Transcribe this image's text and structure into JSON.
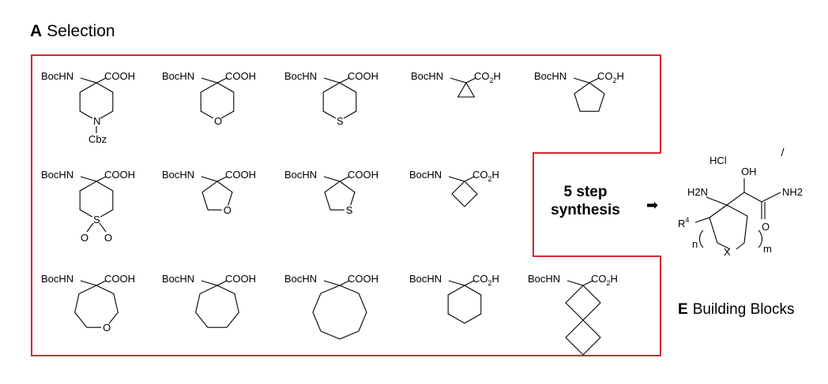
{
  "heading_a": {
    "letter": "A",
    "text": "Selection"
  },
  "heading_e": {
    "letter": "E",
    "text": "Building Blocks"
  },
  "callout": {
    "line1": "5 step",
    "line2": "synthesis",
    "arrow": "➡"
  },
  "colors": {
    "frame": "#d7262f",
    "ink": "#000000"
  },
  "molecules": [
    {
      "left": "BocHN",
      "right": "COOH",
      "ring": "piperidine",
      "sub": "Cbz"
    },
    {
      "left": "BocHN",
      "right": "COOH",
      "ring": "oxane"
    },
    {
      "left": "BocHN",
      "right": "COOH",
      "ring": "thiane"
    },
    {
      "left": "BocHN",
      "right": "CO2H",
      "ring": "cyclopropane"
    },
    {
      "left": "BocHN",
      "right": "CO2H",
      "ring": "cyclopentane"
    },
    {
      "left": "BocHN",
      "right": "COOH",
      "ring": "thiane-dioxide"
    },
    {
      "left": "BocHN",
      "right": "COOH",
      "ring": "oxolane"
    },
    {
      "left": "BocHN",
      "right": "COOH",
      "ring": "thiolane"
    },
    {
      "left": "BocHN",
      "right": "CO2H",
      "ring": "cyclobutane"
    },
    {
      "left": "BocHN",
      "right": "COOH",
      "ring": "oxepane"
    },
    {
      "left": "BocHN",
      "right": "COOH",
      "ring": "cycloheptane"
    },
    {
      "left": "BocHN",
      "right": "COOH",
      "ring": "cyclooctane"
    },
    {
      "left": "BocHN",
      "right": "CO2H",
      "ring": "cyclohexane"
    },
    {
      "left": "BocHN",
      "right": "CO2H",
      "ring": "spiro-cyclobutane"
    }
  ],
  "product": {
    "salt": "HCl",
    "hydroxyl": "OH",
    "amine": "H2N",
    "amide_n": "NH2",
    "carbonyl_o": "O",
    "r_group": "R",
    "r_sup": "4",
    "n_label": "n",
    "m_label": "m",
    "x_label": "X"
  }
}
